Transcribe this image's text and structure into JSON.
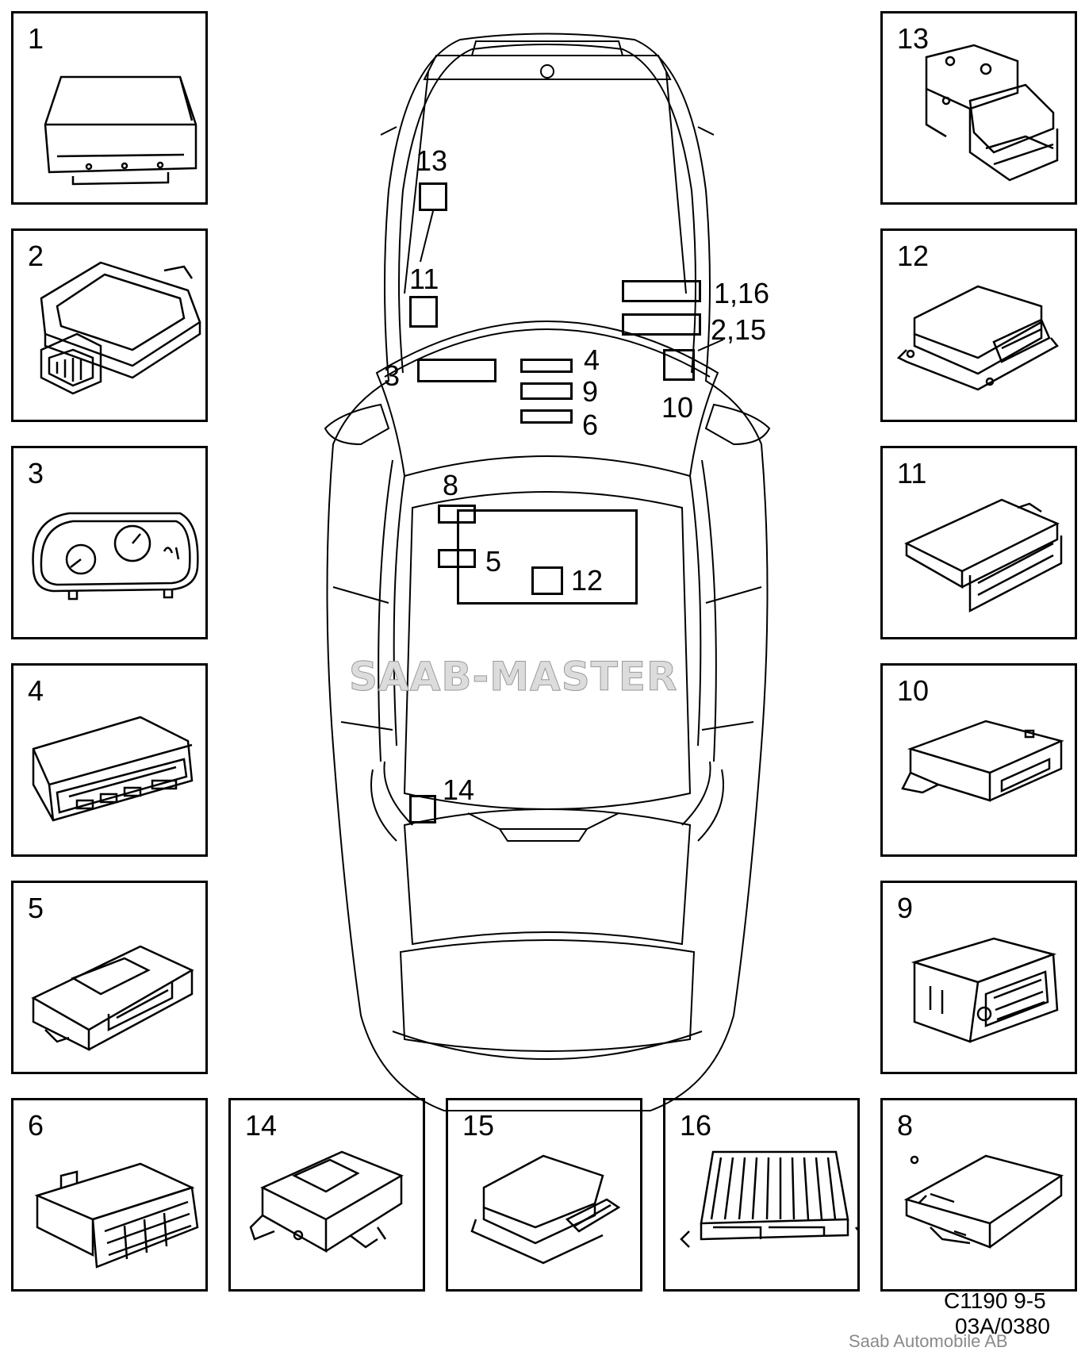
{
  "panels": [
    {
      "label": "1",
      "icon": "ecu-box-icon"
    },
    {
      "label": "2",
      "icon": "control-module-connector-icon"
    },
    {
      "label": "3",
      "icon": "instrument-cluster-icon"
    },
    {
      "label": "4",
      "icon": "climate-display-icon"
    },
    {
      "label": "5",
      "icon": "module-box-icon"
    },
    {
      "label": "6",
      "icon": "switch-panel-icon"
    },
    {
      "label": "14",
      "icon": "bracket-module-icon"
    },
    {
      "label": "15",
      "icon": "airbag-module-icon"
    },
    {
      "label": "16",
      "icon": "finned-ecu-icon"
    },
    {
      "label": "8",
      "icon": "flat-module-icon"
    },
    {
      "label": "13",
      "icon": "abs-unit-icon"
    },
    {
      "label": "12",
      "icon": "sdm-module-icon"
    },
    {
      "label": "11",
      "icon": "slot-module-icon"
    },
    {
      "label": "10",
      "icon": "small-module-icon"
    },
    {
      "label": "9",
      "icon": "radio-unit-icon"
    }
  ],
  "car": {
    "labels": {
      "l13": "13",
      "l11": "11",
      "l116": "1,16",
      "l215": "2,15",
      "l3": "3",
      "l4": "4",
      "l9": "9",
      "l6": "6",
      "l10": "10",
      "l8": "8",
      "l5": "5",
      "l12": "12",
      "l14": "14"
    }
  },
  "watermark": "SAAB-MASTER",
  "figure_code": "C1190 9-5",
  "drawing_number": "03A/0380",
  "credit": "Saab Automobile AB"
}
